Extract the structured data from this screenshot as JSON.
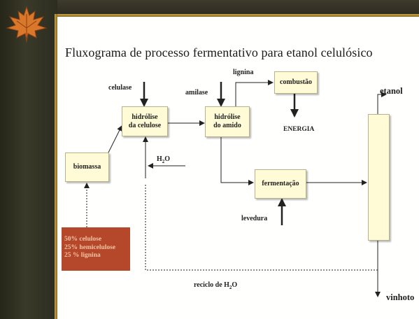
{
  "title": "Fluxograma de processo fermentativo para etanol celulósico",
  "nodes": {
    "hidrolise_celulose": [
      "hidrólise",
      "da celulose"
    ],
    "hidrolise_amido": [
      "hidrólise",
      "do amido"
    ],
    "combustao": "combustão",
    "biomassa": "biomassa",
    "fermentacao": "fermentação"
  },
  "composition": [
    "50% celulose",
    "25% hemicelulose",
    "25 % lignina"
  ],
  "labels": {
    "celulase": "celulase",
    "amilase": "amilase",
    "lignina": "lignina",
    "energia": "ENERGIA",
    "etanol": "etanol",
    "h2o_main": "H",
    "h2o_sub": "2",
    "h2o_end": "O",
    "levedura": "levedura",
    "reciclo_main": "reciclo de H",
    "reciclo_sub": "2",
    "reciclo_end": "O",
    "vinhoto": "vinhoto"
  },
  "colors": {
    "node_fill": "#fffbd6",
    "composition_fill": "#b5472a",
    "composition_text": "#f5c4a4",
    "slide_background": "#fffffe"
  },
  "icons": [
    "maple-leaf-icon"
  ]
}
